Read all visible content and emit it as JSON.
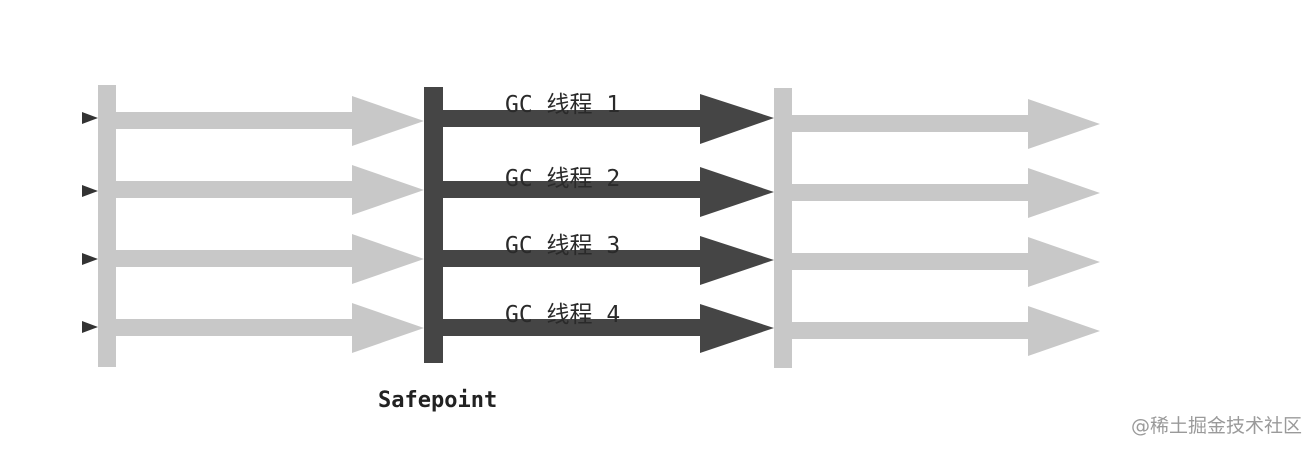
{
  "diagram": {
    "safepoint_label": "Safepoint",
    "gc_threads": [
      {
        "label": "GC 线程 1"
      },
      {
        "label": "GC 线程 2"
      },
      {
        "label": "GC 线程 3"
      },
      {
        "label": "GC 线程 4"
      }
    ],
    "colors": {
      "user_thread": "#c8c8c8",
      "gc_thread": "#454545",
      "safepoint_bar": "#454545",
      "barrier_light": "#c8c8c8"
    }
  },
  "watermark": "@稀土掘金技术社区"
}
